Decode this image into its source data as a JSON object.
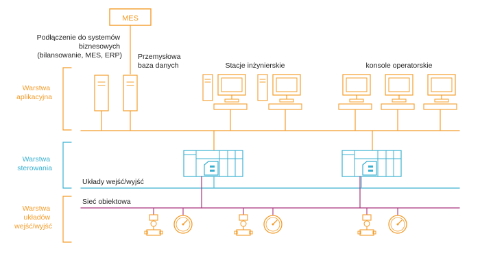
{
  "colors": {
    "orange": "#f39c2a",
    "blue": "#3ab0d0",
    "purple": "#a8327a",
    "text": "#222222"
  },
  "mes_box": {
    "label": "MES"
  },
  "business_connection": {
    "lines": [
      "Podłączenie do systemów",
      "biznesowych",
      "(bilansowanie, MES, ERP)"
    ]
  },
  "industrial_database": {
    "lines": [
      "Przemysłowa",
      "baza danych"
    ]
  },
  "engineering_stations": {
    "label": "Stacje inżynierskie"
  },
  "operator_consoles": {
    "label": "konsole operatorskie"
  },
  "layers": {
    "application": {
      "lines": [
        "Warstwa",
        "aplikacyjna"
      ]
    },
    "control": {
      "lines": [
        "Warstwa",
        "sterowania"
      ]
    },
    "io": {
      "lines": [
        "Warstwa",
        "układów",
        "wejść/wyjść"
      ]
    }
  },
  "buses": {
    "io_bus_label": "Układy wejść/wyjść",
    "field_network_label": "Sieć obiektowa"
  },
  "icons": {
    "server": "server-tower-icon",
    "workstation": "computer-workstation-icon",
    "controller": "plc-controller-icon",
    "transmitter": "pressure-transmitter-icon",
    "gauge": "pressure-gauge-icon"
  }
}
